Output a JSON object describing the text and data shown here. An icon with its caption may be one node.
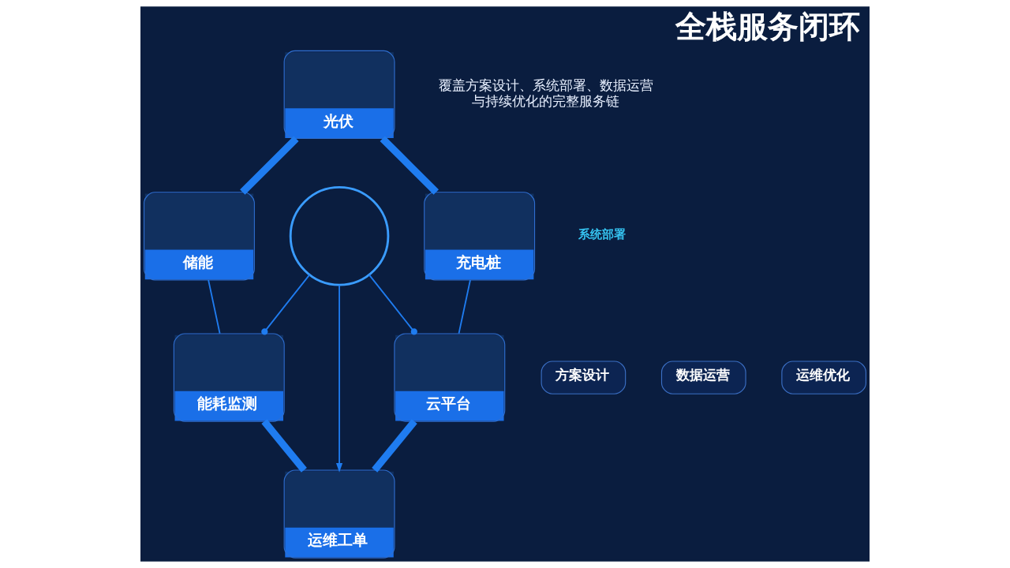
{
  "diagram": {
    "title": "全栈服务闭环",
    "nodes": [
      {
        "text": [
          "光伏"
        ]
      },
      {
        "text": [
          "充电桩"
        ]
      },
      {
        "text": [
          "云平台"
        ]
      },
      {
        "text": [
          "运维工单"
        ]
      },
      {
        "text": [
          "能耗监测"
        ]
      },
      {
        "text": [
          "储能"
        ]
      },
      {
        "text": [],
        "shape": "circle"
      },
      {
        "text": [
          "方案设计"
        ]
      },
      {
        "text": [
          "数据运营"
        ]
      },
      {
        "text": [
          "运维优化"
        ]
      }
    ],
    "edges": [
      {
        "from": 0,
        "to": 5,
        "arrow": "none",
        "style": "thick"
      },
      {
        "from": 0,
        "to": 1,
        "arrow": "none",
        "style": "thick"
      },
      {
        "from": 1,
        "to": 2,
        "arrow": "none"
      },
      {
        "from": 5,
        "to": 4,
        "arrow": "none"
      },
      {
        "from": 2,
        "to": 3,
        "arrow": "none",
        "style": "thick"
      },
      {
        "from": 4,
        "to": 3,
        "arrow": "none",
        "style": "thick"
      },
      {
        "from": 6,
        "to": 2,
        "arrow": "other"
      },
      {
        "from": 6,
        "to": 3,
        "arrow": "to"
      },
      {
        "from": 6,
        "to": 4,
        "arrow": "other"
      }
    ],
    "labels": [
      "覆盖方案设计、系统部署、数据运营与持续优化的完整服务链",
      "系统部署"
    ]
  }
}
